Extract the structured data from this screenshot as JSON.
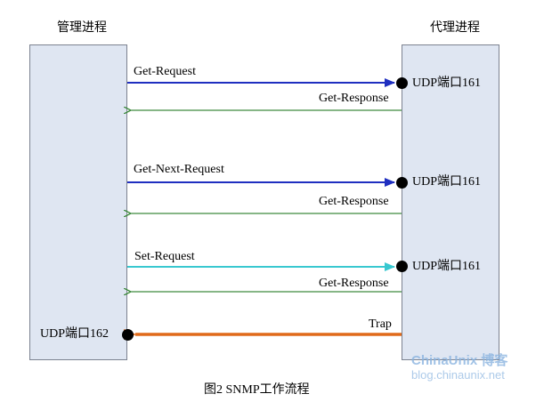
{
  "manager_label": "管理进程",
  "agent_label": "代理进程",
  "manager_port": "UDP端口162",
  "messages": [
    {
      "label": "Get-Request",
      "color": "#1f2fc0"
    },
    {
      "label": "Get-Response",
      "color": "#3d8a3d"
    },
    {
      "label": "Get-Next-Request",
      "color": "#1f2fc0"
    },
    {
      "label": "Get-Response",
      "color": "#3d8a3d"
    },
    {
      "label": "Set-Request",
      "color": "#38c8d0"
    },
    {
      "label": "Get-Response",
      "color": "#3d8a3d"
    },
    {
      "label": "Trap",
      "color": "#e06a1a"
    }
  ],
  "agent_ports": [
    "UDP端口161",
    "UDP端口161",
    "UDP端口161"
  ],
  "caption": "图2 SNMP工作流程",
  "watermark": "ChinaUnix 博客",
  "watermark_url": "blog.chinaunix.net"
}
